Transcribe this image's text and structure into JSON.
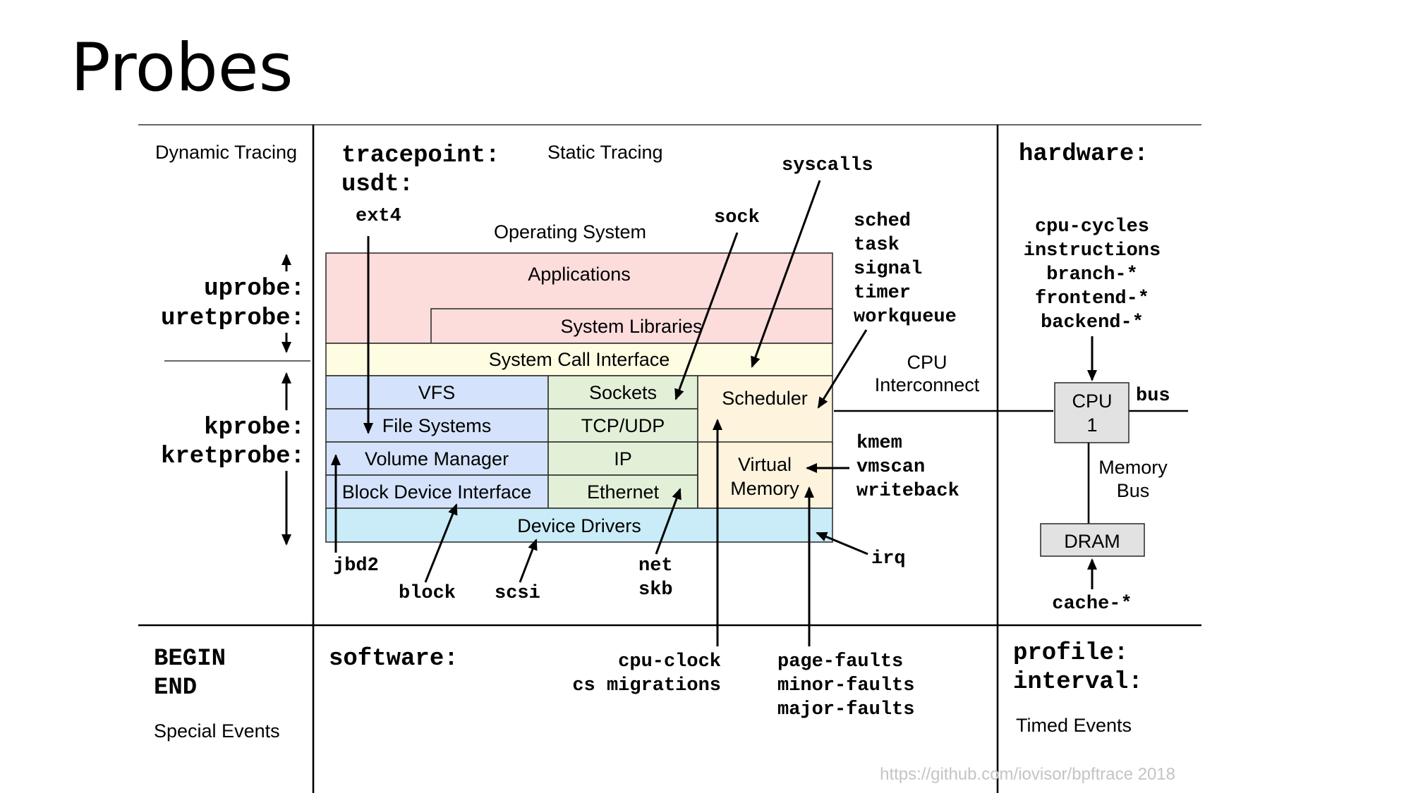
{
  "title": "Probes",
  "credit": "https://github.com/iovisor/bpftrace 2018",
  "colors": {
    "applications": "#fddcdc",
    "syscall": "#fefde2",
    "vfs": "#d4e3fb",
    "sockets": "#e2f0d8",
    "scheduler": "#fef4dd",
    "drivers": "#c9ecf8",
    "hardware": "#e2e2e2"
  },
  "left": {
    "dynamic_tracing": "Dynamic Tracing",
    "uprobe": "uprobe:",
    "uretprobe": "uretprobe:",
    "kprobe": "kprobe:",
    "kretprobe": "kretprobe:",
    "begin": "BEGIN",
    "end": "END",
    "special_events": "Special Events"
  },
  "center": {
    "tracepoint": "tracepoint:",
    "usdt": "usdt:",
    "static_tracing": "Static Tracing",
    "operating_system": "Operating System",
    "software": "software:"
  },
  "stack": {
    "applications": "Applications",
    "system_libraries": "System Libraries",
    "system_call_interface": "System Call Interface",
    "vfs": "VFS",
    "file_systems": "File Systems",
    "volume_manager": "Volume Manager",
    "block_device_interface": "Block Device Interface",
    "sockets": "Sockets",
    "tcp_udp": "TCP/UDP",
    "ip": "IP",
    "ethernet": "Ethernet",
    "scheduler": "Scheduler",
    "virtual": "Virtual",
    "memory": "Memory",
    "device_drivers": "Device Drivers"
  },
  "probes": {
    "ext4": "ext4",
    "sock": "sock",
    "syscalls": "syscalls",
    "sched_group": [
      "sched",
      "task",
      "signal",
      "timer",
      "workqueue"
    ],
    "mem_group": [
      "kmem",
      "vmscan",
      "writeback"
    ],
    "irq": "irq",
    "jbd2": "jbd2",
    "block": "block",
    "scsi": "scsi",
    "net": "net",
    "skb": "skb",
    "cpu_clock": "cpu-clock",
    "cs_migrations": "cs migrations",
    "fault_group": [
      "page-faults",
      "minor-faults",
      "major-faults"
    ]
  },
  "right": {
    "hardware": "hardware:",
    "hw_group": [
      "cpu-cycles",
      "instructions",
      "branch-*",
      "frontend-*",
      "backend-*"
    ],
    "cpu_interconnect_1": "CPU",
    "cpu_interconnect_2": "Interconnect",
    "cpu_1": "CPU",
    "cpu_2": "1",
    "bus": "bus",
    "memory_bus_1": "Memory",
    "memory_bus_2": "Bus",
    "dram": "DRAM",
    "cache": "cache-*",
    "profile": "profile:",
    "interval": "interval:",
    "timed_events": "Timed Events"
  }
}
